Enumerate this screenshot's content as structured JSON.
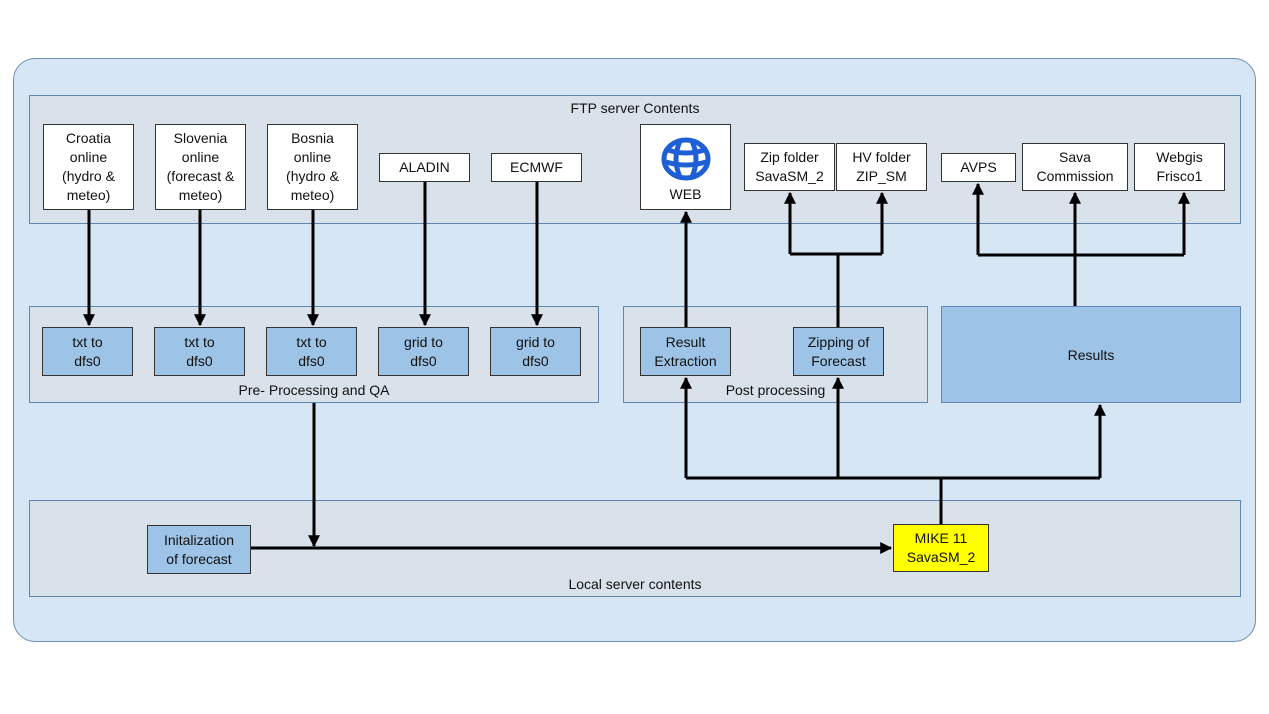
{
  "panels": {
    "ftp": "FTP server Contents",
    "preprocessing": "Pre- Processing and QA",
    "postprocessing": "Post processing",
    "local": "Local server contents"
  },
  "sources": {
    "croatia": "Croatia\nonline\n(hydro &\nmeteo)",
    "slovenia": "Slovenia\nonline\n(forecast &\nmeteo)",
    "bosnia": "Bosnia\nonline\n(hydro &\nmeteo)",
    "aladin": "ALADIN",
    "ecmwf": "ECMWF"
  },
  "outputs": {
    "web": "WEB",
    "zip_folder": "Zip folder\nSavaSM_2",
    "hv_folder": "HV folder\nZIP_SM",
    "avps": "AVPS",
    "sava": "Sava\nCommission",
    "webgis": "Webgis\nFrisco1"
  },
  "processing": {
    "txt1": "txt to\ndfs0",
    "txt2": "txt to\ndfs0",
    "txt3": "txt to\ndfs0",
    "grid1": "grid to\ndfs0",
    "grid2": "grid to\ndfs0",
    "result_extraction": "Result\nExtraction",
    "zipping": "Zipping of\nForecast",
    "results": "Results"
  },
  "local": {
    "init": "Initalization\nof forecast",
    "mike": "MIKE 11\nSavaSM_2"
  },
  "colors": {
    "background": "#d6e6f4",
    "panel": "#d9e1ea",
    "process_box": "#9dc3e6",
    "model_box": "#ffff00",
    "web_icon": "#1f5fd6"
  },
  "icons": {
    "web": "globe-icon"
  }
}
